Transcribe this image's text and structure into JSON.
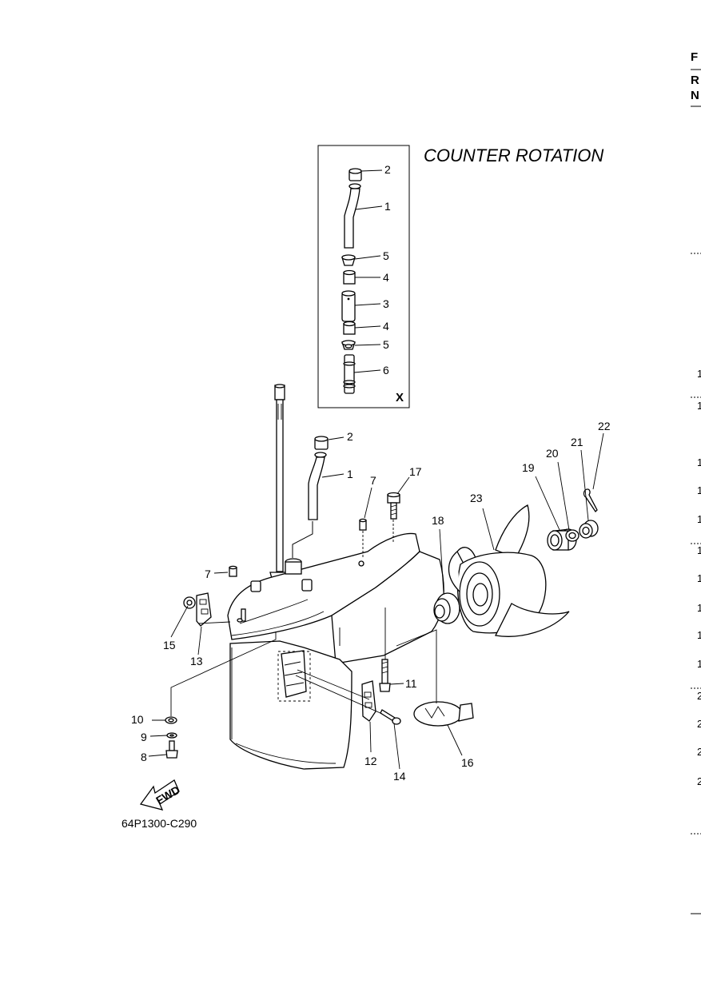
{
  "diagram": {
    "title": "COUNTER ROTATION",
    "inset_label": "X",
    "figure_code": "64P1300-C290",
    "fwd_label": "FWD",
    "inset_callouts": [
      "2",
      "1",
      "5",
      "4",
      "3",
      "4",
      "5",
      "6"
    ],
    "callouts": [
      "2",
      "1",
      "7",
      "17",
      "7",
      "23",
      "18",
      "19",
      "20",
      "21",
      "22",
      "15",
      "13",
      "11",
      "10",
      "9",
      "8",
      "12",
      "14",
      "16"
    ]
  },
  "right_edge": {
    "header_letters": [
      "F",
      "R",
      "N"
    ],
    "row_digits": [
      "1",
      "1",
      "1",
      "1",
      "1",
      "1",
      "1",
      "1",
      "1",
      "1",
      "2",
      "2",
      "2",
      "2"
    ]
  }
}
